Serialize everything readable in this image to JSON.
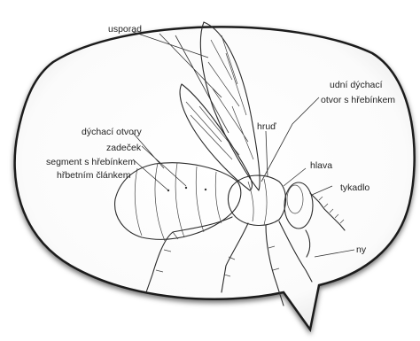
{
  "labels": {
    "usporadani": "usporad",
    "dychaci_otvor": "udní dýchací",
    "dychaci_otvor_2": "otvor s hřebínkem",
    "hrud": "hruď",
    "dychaci_otvory": "dýchací otvory",
    "zadecek": "zadeček",
    "segment_1": "segment s hřebínkem",
    "segment_2": "hřbetním článkem",
    "hlava": "hlava",
    "tykadlo": "tykadlo",
    "nohy": "ny"
  },
  "colors": {
    "bubble_fill": "#ffffff",
    "bubble_edge": "#1a1a1a",
    "ink": "#2b2b2b"
  }
}
